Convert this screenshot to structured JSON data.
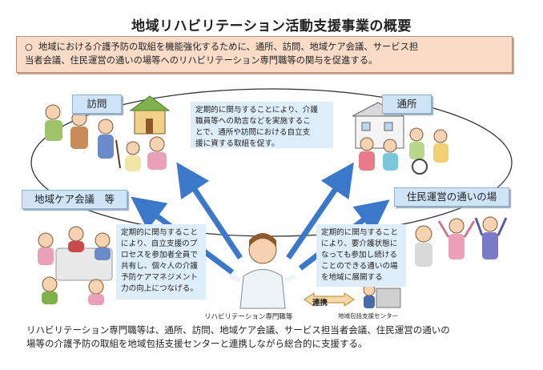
{
  "title": "地域リハビリテーション活動支援事業の概要",
  "summary": {
    "bullet": "○",
    "line1": "地域における介護予防の取組を機能強化するために、通所、訪問、地域ケア会議、サービス担",
    "line2": "当者会議、住民運営の通いの場等へのリハビリテーション専門職等の関与を促進する。"
  },
  "labels": {
    "houmon": "訪問",
    "tsusho": "通所",
    "care_kaigi": "地域ケア会議　等",
    "kayoi": "住民運営の通いの場"
  },
  "notes": {
    "top": [
      "定期的に関与することにより、介護",
      "職員等への助言などを実施するこ",
      "とで、通所や訪問における自立支",
      "援に資する取組を促す。"
    ],
    "left": [
      "定期的に関与すること",
      "により、自立支援のプ",
      "ロセスを参加者全員で",
      "共有し、個々人の介護",
      "予防ケアマネジメント",
      "力の向上につなげる。"
    ],
    "right": [
      "定期的に関与すること",
      "により、要介護状態に",
      "なっても参加し続ける",
      "ことのできる通いの場",
      "を地域に展開する"
    ]
  },
  "center": {
    "role_label": "リハビリテーション専門職等",
    "renkei": "連携",
    "center_label": "地域包括支援センター"
  },
  "footer": {
    "line1": "リハビリテーション専門職等は、通所、訪問、地域ケア会議、サービス担当者会議、住民運営の通いの",
    "line2": "場等の介護予防の取組を地域包括支援センターと連携しながら総合的に支援する。"
  },
  "colors": {
    "arrow": "#3b78c9",
    "label_bg": "#cfe4f7",
    "note_bg": "#ddeefa",
    "summary_bg": "#f9dcc8"
  }
}
